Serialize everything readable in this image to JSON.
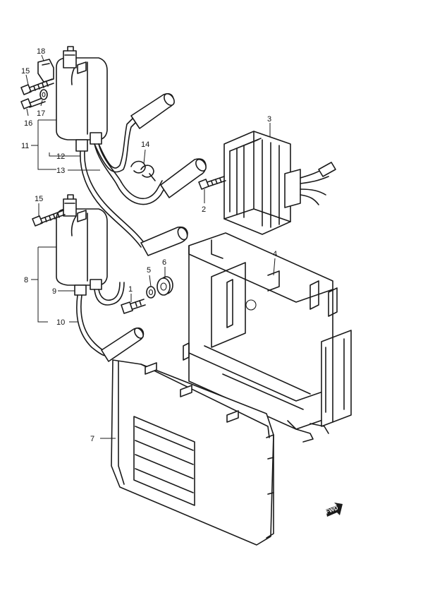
{
  "callouts": {
    "c1": "1",
    "c2": "2",
    "c3": "3",
    "c4": "4",
    "c5": "5",
    "c6": "6",
    "c7": "7",
    "c8": "8",
    "c9": "9",
    "c10": "10",
    "c11": "11",
    "c12": "12",
    "c13": "13",
    "c14": "14",
    "c15a": "15",
    "c15b": "15",
    "c16": "16",
    "c17": "17",
    "c18": "18"
  },
  "fwd_badge": "FWD"
}
